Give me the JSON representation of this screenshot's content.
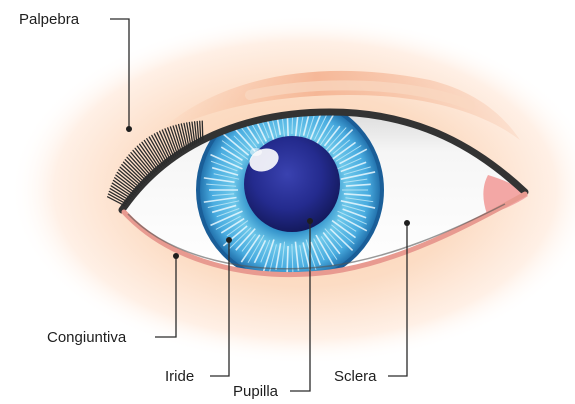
{
  "labels": {
    "palpebra": "Palpebra",
    "congiuntiva": "Congiuntiva",
    "iride": "Iride",
    "pupilla": "Pupilla",
    "sclera": "Sclera"
  },
  "colors": {
    "skin_glow": "#fbd3b4",
    "eyelid_crease": "#f3b08c",
    "lid_line": "#2f2f2f",
    "sclera": "#f7f7f7",
    "lower_rim": "#e89a90",
    "caruncle": "#f2a6a6",
    "iris_light": "#8fd6ef",
    "iris_mid": "#3fa6d6",
    "iris_dark": "#1e6fa8",
    "pupil": "#232a8c",
    "pupil_edge": "#141a5e",
    "leader_line": "#2a2a2a",
    "label_text": "#1e1e1e"
  }
}
